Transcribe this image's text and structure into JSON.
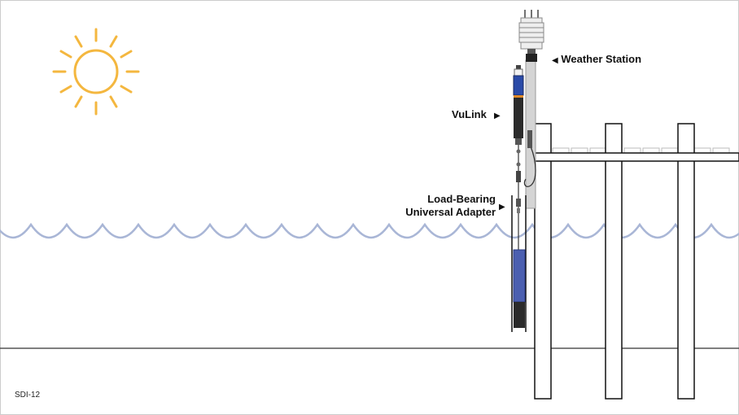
{
  "labels": {
    "weather_station": "Weather Station",
    "vulink": "VuLink",
    "adapter_line1": "Load-Bearing",
    "adapter_line2": "Universal Adapter"
  },
  "footer": {
    "tag": "SDI-12"
  },
  "colors": {
    "sun": "#f4b73f",
    "water": "#a9b6d6",
    "sensor_blue": "#4b5fb0",
    "vulink_blue": "#2a4aa8",
    "device_dark": "#2b2b2b",
    "post_gray": "#d4d4d4",
    "outline": "#111111"
  },
  "icons": [
    "sun-icon",
    "arrow-right-icon",
    "arrow-left-icon"
  ]
}
